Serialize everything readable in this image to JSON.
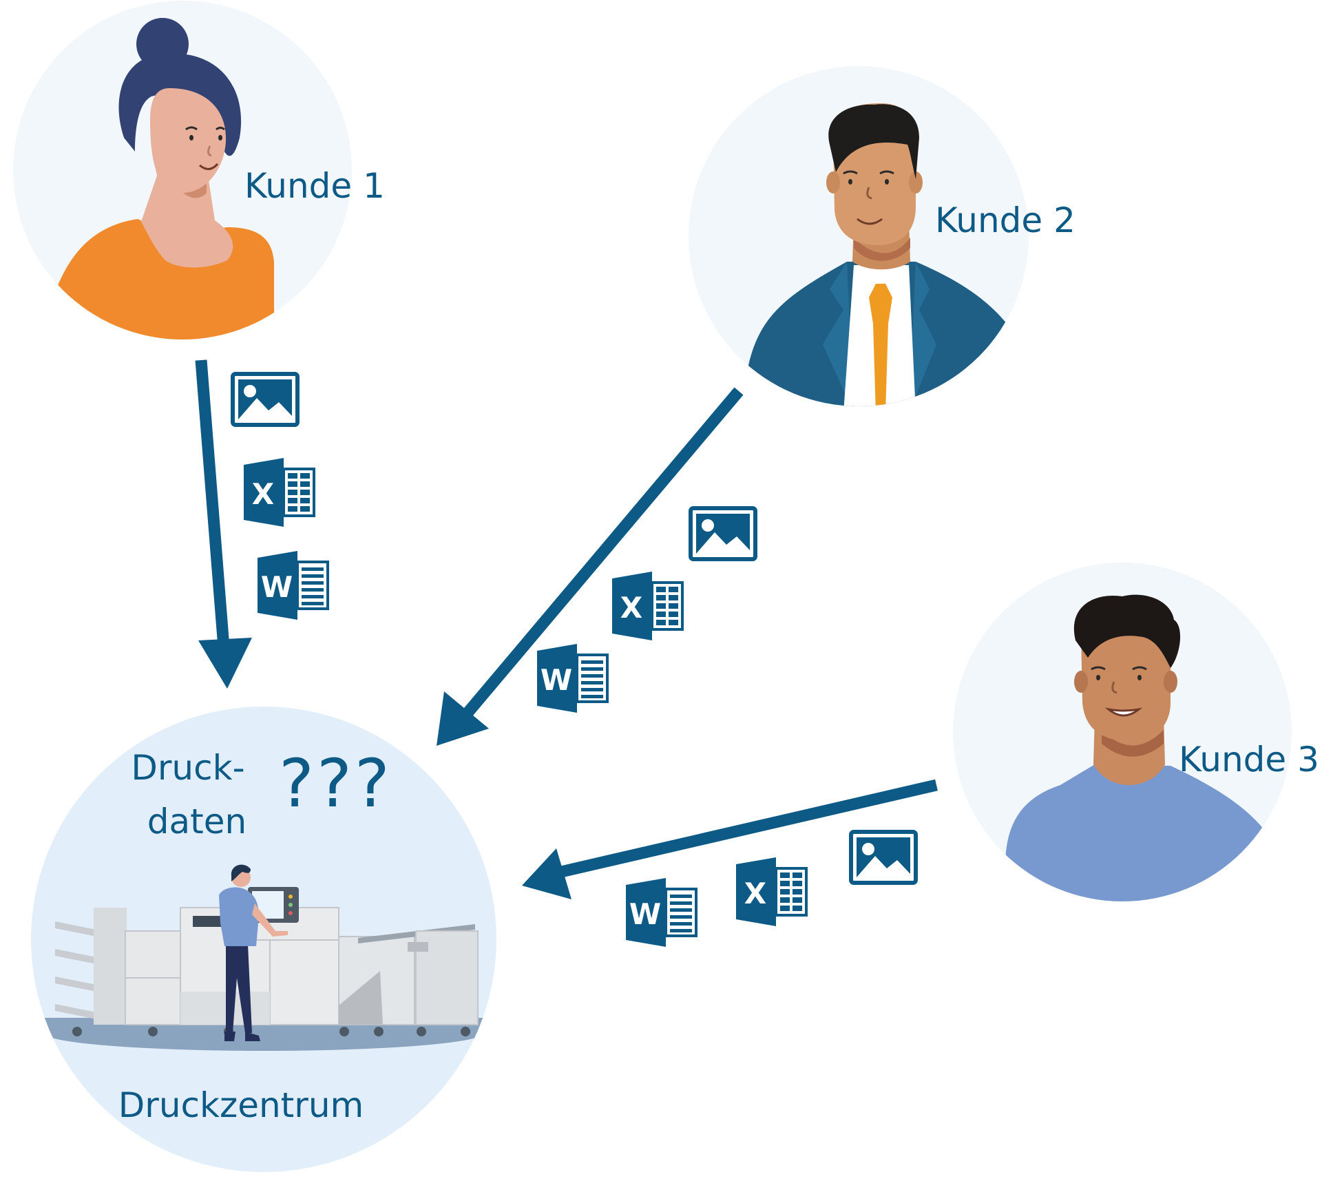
{
  "customers": [
    {
      "label": "Kunde 1",
      "shirt_color": "#f08a2c",
      "hair_color": "#324373",
      "skin_color": "#e9b19b",
      "background": "#f1f7fb"
    },
    {
      "label": "Kunde 2",
      "suit_color": "#1f5f86",
      "tie_color": "#ef9b22",
      "hair_color": "#1f1d1c",
      "skin_color": "#d79a6c",
      "background": "#f1f7fb"
    },
    {
      "label": "Kunde 3",
      "shirt_color": "#7899cf",
      "hair_color": "#1d1716",
      "skin_color": "#c98a60",
      "background": "#f1f7fb"
    }
  ],
  "print_center": {
    "label": "Druckzentrum",
    "print_data_line1": "Druck-",
    "print_data_line2": "daten",
    "question_marks": "???",
    "background": "#e2effa"
  },
  "icons": {
    "image": "image-file-icon",
    "excel": "excel-file-icon",
    "word": "word-file-icon",
    "excel_letter": "X",
    "word_letter": "W"
  },
  "colors": {
    "accent": "#0d5a86",
    "icon": "#0d5a86",
    "text": "#0d5a86"
  }
}
